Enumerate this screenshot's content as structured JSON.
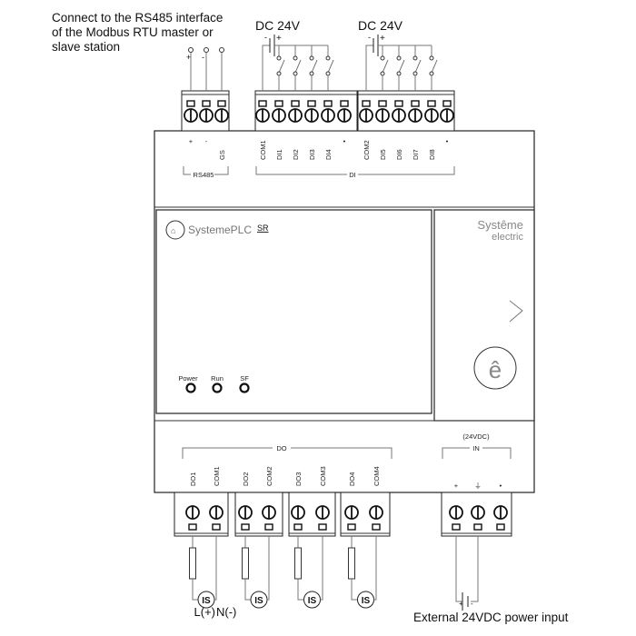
{
  "annotations": {
    "rs485_note": [
      "Connect to the RS485 interface",
      "of the Modbus RTU master or",
      "slave station"
    ],
    "dc1": "DC 24V",
    "dc2": "DC 24V",
    "load_l": "L(+)",
    "load_n": "N(-)",
    "power_input": "External 24VDC power input",
    "batt_plus": "+",
    "batt_minus": "-",
    "rs_plus": "+",
    "rs_minus": "-"
  },
  "top_terminals": {
    "rs485": [
      "+",
      "-",
      "GS"
    ],
    "rs485_group": "RS485",
    "di_block1": [
      "COM1",
      "DI1",
      "DI2",
      "DI3",
      "DI4",
      "•"
    ],
    "di_block2": [
      "COM2",
      "DI5",
      "DI6",
      "DI7",
      "DI8",
      "•"
    ],
    "di_group": "DI"
  },
  "bottom_terminals": {
    "do": [
      "DO1",
      "COM1",
      "DO2",
      "COM2",
      "DO3",
      "COM3",
      "DO4",
      "COM4"
    ],
    "do_group": "DO",
    "in_note": "(24VDC)",
    "in_group": "IN",
    "in": [
      "+",
      "⏚",
      "•"
    ]
  },
  "front": {
    "brand": "SystemePLC",
    "model": "SR",
    "logo_line1": "Systême",
    "logo_line2": "electric",
    "leds": [
      "Power",
      "Run",
      "SF"
    ]
  }
}
